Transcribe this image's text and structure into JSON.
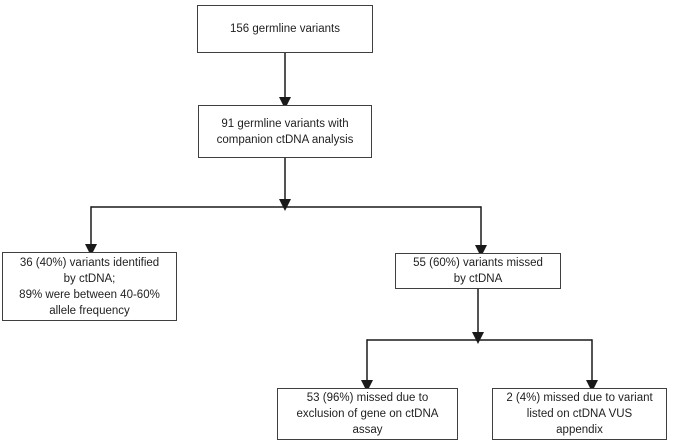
{
  "colors": {
    "background": "#ffffff",
    "box_border": "#3f3f3f",
    "connector": "#1a1a1a",
    "text": "#1f1f1f"
  },
  "flowchart": {
    "nodes": {
      "total": {
        "text": "156 germline variants"
      },
      "companion": {
        "text": "91 germline variants with\ncompanion ctDNA analysis"
      },
      "identified": {
        "text": "36 (40%) variants identified\nby ctDNA;\n89% were between 40-60%\nallele frequency"
      },
      "missed": {
        "text": "55 (60%) variants missed\nby ctDNA"
      },
      "missed_exclusion": {
        "text": "53 (96%) missed due to\nexclusion of gene on ctDNA\nassay"
      },
      "missed_vus": {
        "text": "2 (4%) missed due to variant\nlisted on ctDNA VUS\nappendix"
      }
    }
  }
}
